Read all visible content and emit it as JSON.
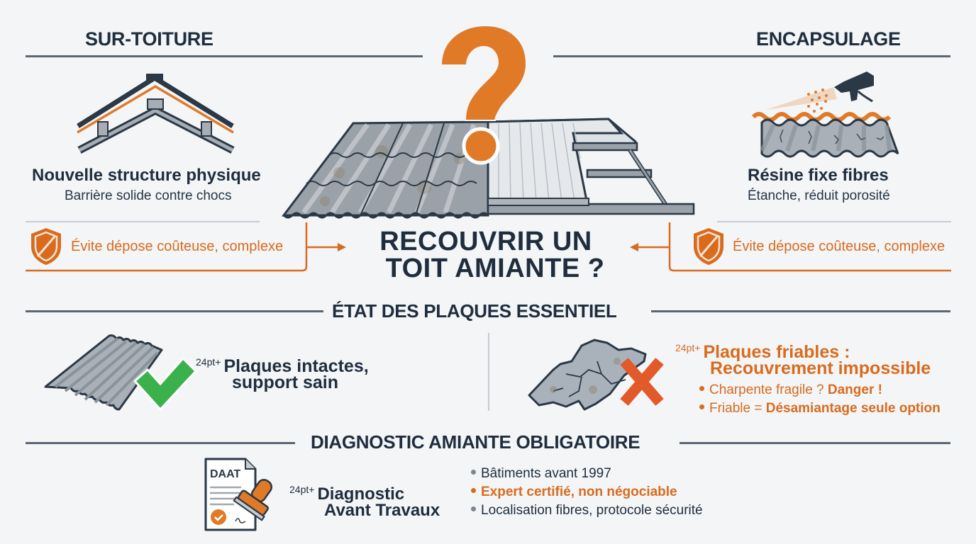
{
  "colors": {
    "navy": "#1f2d3d",
    "orange": "#d96b1e",
    "green": "#3ab14a",
    "red_x": "#e35a2a",
    "background": "#f3f5f7",
    "rule": "#5b6673"
  },
  "left_panel": {
    "heading": "SUR-TOITURE",
    "icon": "roof-layers-icon",
    "title": "Nouvelle structure physique",
    "subtitle": "Barrière solide contre chocs",
    "benefit": "Évite dépose coûteuse, complexe",
    "benefit_icon": "shield-icon"
  },
  "right_panel": {
    "heading": "ENCAPSULAGE",
    "icon": "spray-gun-icon",
    "title": "Résine fixe fibres",
    "subtitle": "Étanche, réduit porosité",
    "benefit": "Évite dépose coûteuse, complexe",
    "benefit_icon": "shield-icon"
  },
  "center": {
    "question_icon": "question-mark-icon",
    "illustration": "asbestos-roof-covering-illustration",
    "title_line1": "RECOUVRIR UN",
    "title_line2": "TOIT AMIANTE ?"
  },
  "plates_section": {
    "heading": "ÉTAT DES PLAQUES ESSENTIEL",
    "good": {
      "tag": "24pt+",
      "title_line1": "Plaques intactes,",
      "title_line2": "support sain",
      "icon": "check-icon"
    },
    "bad": {
      "tag": "24pt+",
      "title_line1": "Plaques friables :",
      "title_line2": "Recouvrement impossible",
      "icon": "cross-icon",
      "bullets": [
        {
          "text": "Charpente fragile ? ",
          "strong": "Danger !"
        },
        {
          "text": "Friable = ",
          "strong": "Désamiantage seule option"
        }
      ]
    }
  },
  "diagnostic_section": {
    "heading": "DIAGNOSTIC AMIANTE OBLIGATOIRE",
    "doc_label": "DAAT",
    "tag": "24pt+",
    "title_line1": "Diagnostic",
    "title_line2": "Avant Travaux",
    "bullets": [
      {
        "text": "Bâtiments avant 1997",
        "highlight": false
      },
      {
        "text": "Expert certifié, non négociable",
        "highlight": true
      },
      {
        "text": "Localisation fibres, protocole sécurité",
        "highlight": false
      }
    ]
  }
}
